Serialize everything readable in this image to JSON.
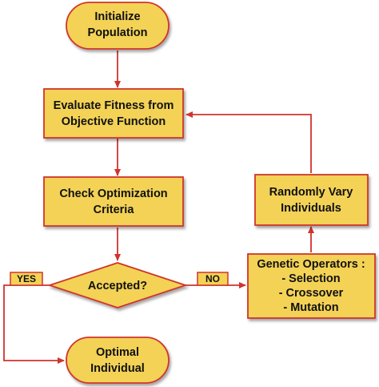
{
  "colors": {
    "node_fill": "#f3d256",
    "node_stroke": "#d0342c",
    "connector": "#d0342c",
    "text": "#111111"
  },
  "nodes": {
    "init": {
      "line1": "Initialize",
      "line2": "Population"
    },
    "evaluate": {
      "line1": "Evaluate Fitness from",
      "line2": "Objective Function"
    },
    "check": {
      "line1": "Check Optimization",
      "line2": "Criteria"
    },
    "accepted": {
      "label": "Accepted?"
    },
    "optimal": {
      "line1": "Optimal",
      "line2": "Individual"
    },
    "genetic": {
      "line1": "Genetic Operators :",
      "line2": "- Selection",
      "line3": "- Crossover",
      "line4": "- Mutation"
    },
    "vary": {
      "line1": "Randomly Vary",
      "line2": "Individuals"
    }
  },
  "edge_labels": {
    "yes": "YES",
    "no": "NO"
  }
}
